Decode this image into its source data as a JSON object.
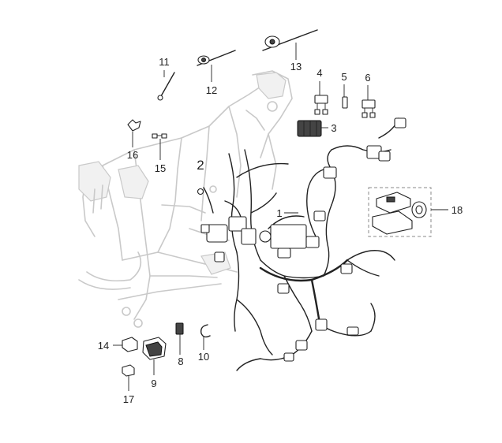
{
  "diagram": {
    "callouts": [
      {
        "id": "1",
        "label": "1"
      },
      {
        "id": "2",
        "label": "2"
      },
      {
        "id": "3",
        "label": "3"
      },
      {
        "id": "4",
        "label": "4"
      },
      {
        "id": "5",
        "label": "5"
      },
      {
        "id": "6",
        "label": "6"
      },
      {
        "id": "8",
        "label": "8"
      },
      {
        "id": "9",
        "label": "9"
      },
      {
        "id": "10",
        "label": "10"
      },
      {
        "id": "11",
        "label": "11"
      },
      {
        "id": "12",
        "label": "12"
      },
      {
        "id": "13",
        "label": "13"
      },
      {
        "id": "14",
        "label": "14"
      },
      {
        "id": "15",
        "label": "15"
      },
      {
        "id": "16",
        "label": "16"
      },
      {
        "id": "17",
        "label": "17"
      },
      {
        "id": "18",
        "label": "18"
      }
    ],
    "colors": {
      "line": "#222222",
      "frame": "#c9c9c9",
      "background": "#ffffff"
    }
  }
}
